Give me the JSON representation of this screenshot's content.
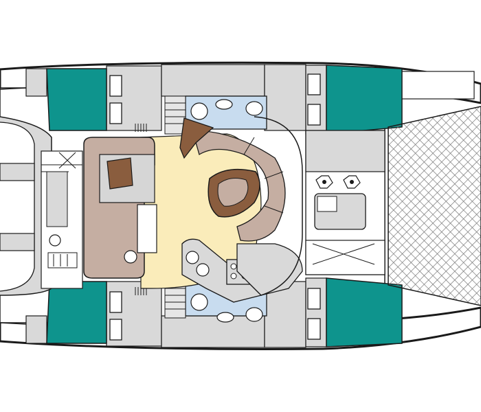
{
  "title": "",
  "colors": {
    "background": "#ffffff",
    "hull_outline": "#1a1a1a",
    "cabin_fill": "#d9d9d9",
    "berth_teal": "#0e948d",
    "salon_yellow": "#faecba",
    "sofa_tan": "#c5aea2",
    "table_brown": "#8a5d3e",
    "bath_blue": "#c8dcef",
    "trampoline_net": "#6d6d6d"
  },
  "zones": [
    {
      "name": "berth-forward-port",
      "kind": "bed",
      "icon": "bed-icon"
    },
    {
      "name": "berth-aft-port",
      "kind": "bed",
      "icon": "bed-icon"
    },
    {
      "name": "berth-forward-starboard",
      "kind": "bed",
      "icon": "bed-icon"
    },
    {
      "name": "berth-aft-starboard",
      "kind": "bed",
      "icon": "bed-icon"
    },
    {
      "name": "head-port",
      "kind": "bathroom",
      "icon": "toilet-icon"
    },
    {
      "name": "head-starboard",
      "kind": "bathroom",
      "icon": "toilet-icon"
    },
    {
      "name": "saloon",
      "kind": "living",
      "icon": "sofa-icon"
    },
    {
      "name": "galley",
      "kind": "kitchen",
      "icon": "stove-icon"
    },
    {
      "name": "cockpit",
      "kind": "outdoor",
      "icon": "table-icon"
    },
    {
      "name": "trampoline",
      "kind": "deck",
      "icon": "net-icon"
    }
  ]
}
